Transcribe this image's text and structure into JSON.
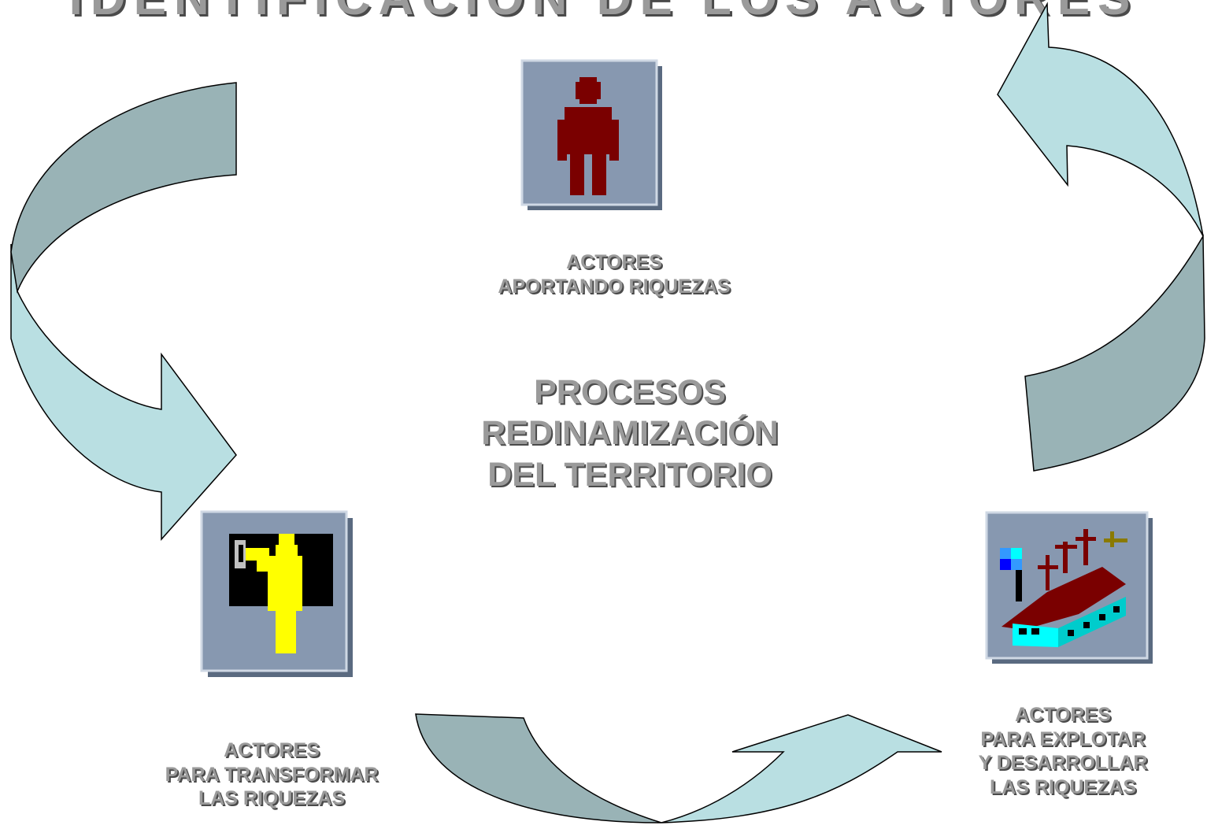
{
  "title": "IDENTIFICACIÓN DE LOS ACTORES",
  "center": {
    "line1": "PROCESOS",
    "line2": "REDINAMIZACIÓN",
    "line3": "DEL TERRITORIO"
  },
  "actors": {
    "top": {
      "line1": "ACTORES",
      "line2": "APORTANDO RIQUEZAS",
      "icon": "person-icon"
    },
    "left": {
      "line1": "ACTORES",
      "line2": "PARA TRANSFORMAR",
      "line3": "LAS RIQUEZAS",
      "icon": "worker-icon"
    },
    "right": {
      "line1": "ACTORES",
      "line2": "PARA EXPLOTAR",
      "line3": "Y DESARROLLAR",
      "line4": "LAS RIQUEZAS",
      "icon": "farm-icon"
    }
  },
  "colors": {
    "arrow_light": "#b9dfe2",
    "arrow_dark": "#99b3b6",
    "tile": "#8798b0",
    "person": "#7a0000",
    "worker": "#ffff00",
    "label_text": "#9a9a9a"
  }
}
